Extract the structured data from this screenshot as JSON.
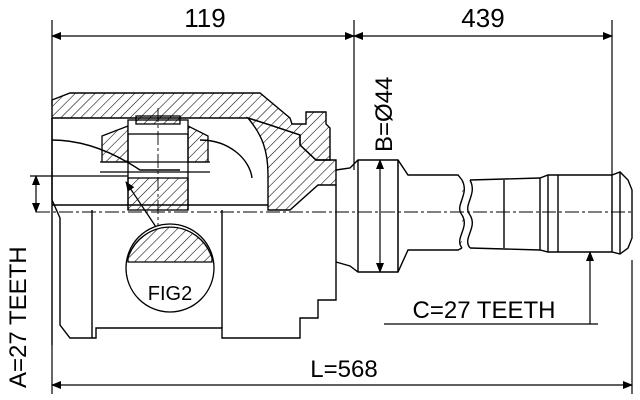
{
  "diagram": {
    "dim_top_left": "119",
    "dim_top_right": "439",
    "dim_b": "B=Ø44",
    "dim_a": "A=27 TEETH",
    "dim_c": "C=27 TEETH",
    "dim_l": "L=568",
    "fig_label": "FIG2"
  },
  "colors": {
    "line": "#000000",
    "background": "#ffffff"
  }
}
